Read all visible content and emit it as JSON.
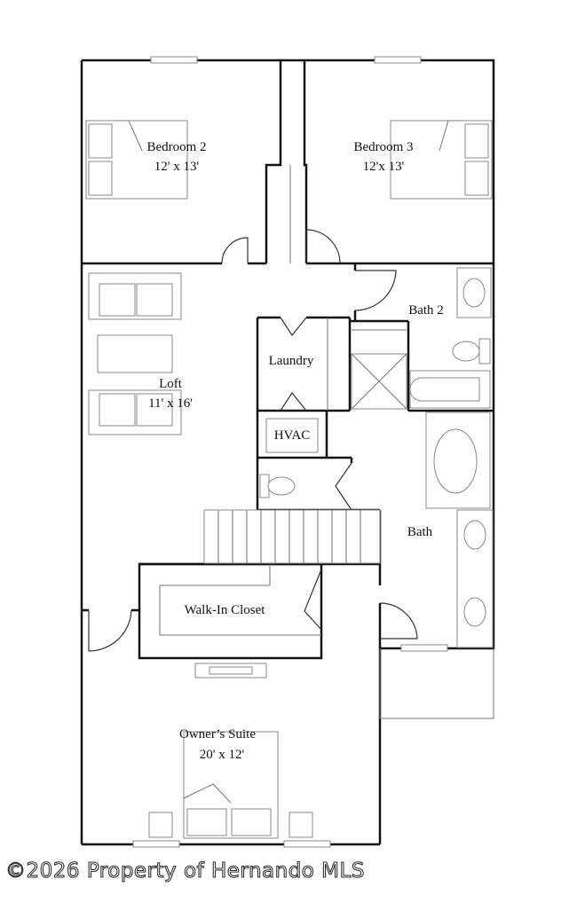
{
  "rooms": {
    "bedroom2": {
      "name": "Bedroom 2",
      "size": "12' x 13'"
    },
    "bedroom3": {
      "name": "Bedroom 3",
      "size": "12'x 13'"
    },
    "bath2": {
      "name": "Bath 2"
    },
    "laundry": {
      "name": "Laundry"
    },
    "loft": {
      "name": "Loft",
      "size": "11' x 16'"
    },
    "hvac": {
      "name": "HVAC"
    },
    "bath": {
      "name": "Bath"
    },
    "walkin_closet": {
      "name": "Walk-In Closet"
    },
    "owners_suite": {
      "name": "Owner’s Suite",
      "size": "20' x 12'"
    }
  },
  "watermark": "©2026 Property of Hernando MLS"
}
